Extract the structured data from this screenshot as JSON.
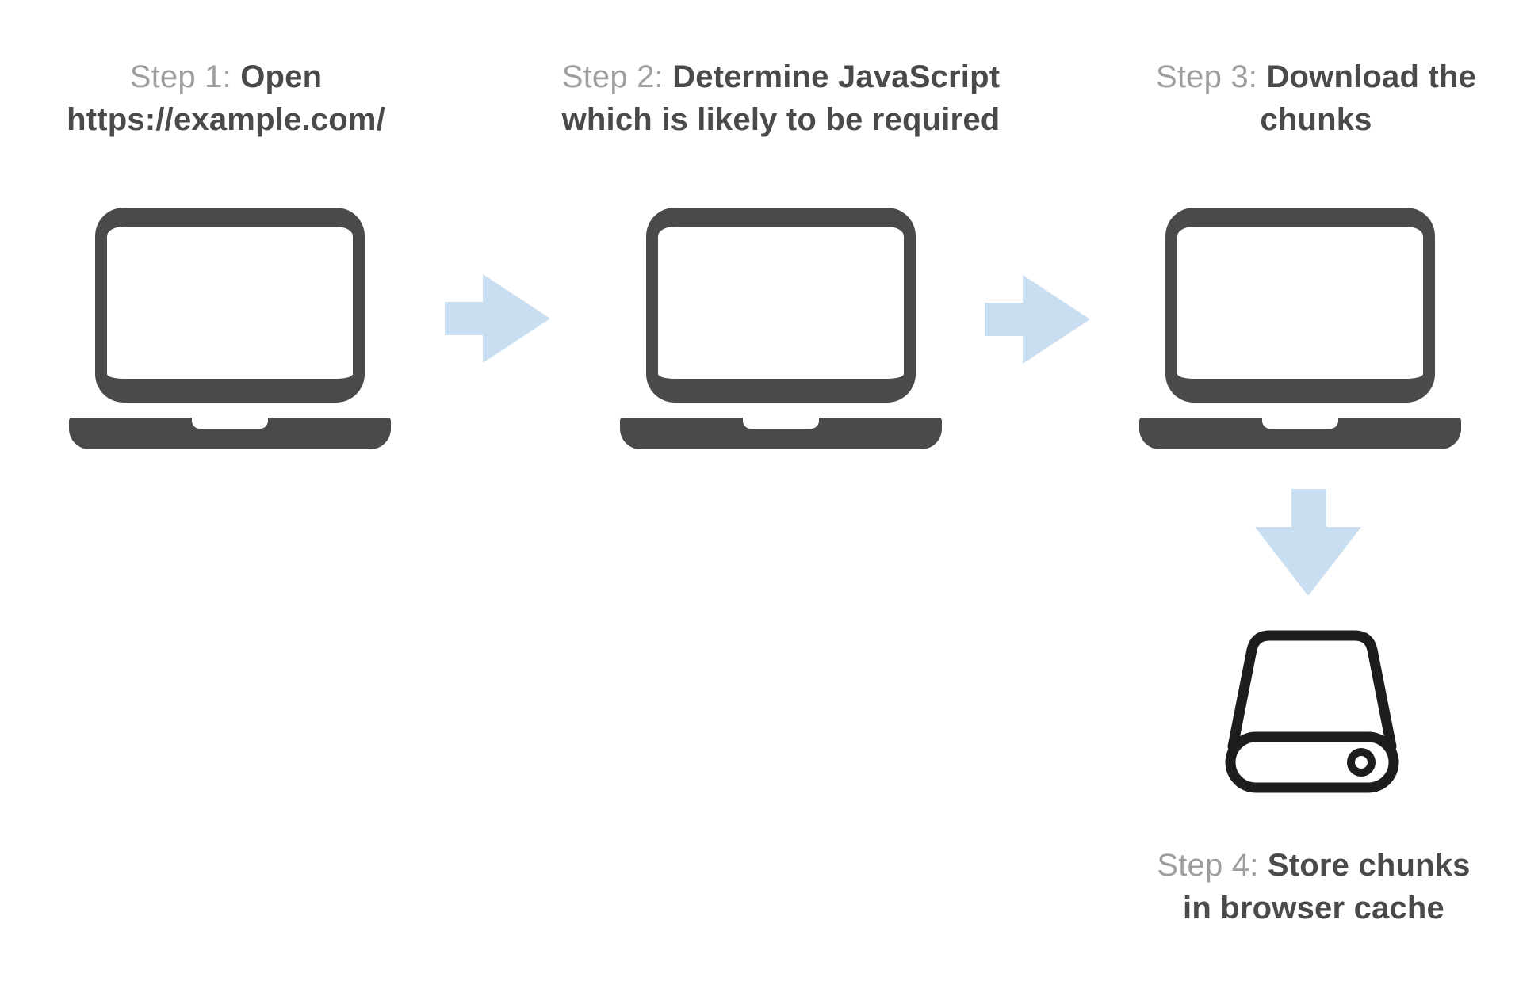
{
  "diagram": {
    "colors": {
      "dark": "#4a4a4a",
      "muted": "#9e9e9e",
      "arrow_blue": "#c9def1",
      "drive_stroke": "#1d1d1d",
      "background": "#ffffff"
    },
    "steps": [
      {
        "id": 1,
        "icon": "laptop-icon",
        "lines": [
          {
            "muted": "Step 1: ",
            "bold": "Open"
          },
          {
            "bold": "https://example.com/"
          }
        ]
      },
      {
        "id": 2,
        "icon": "laptop-icon",
        "lines": [
          {
            "muted": "Step 2: ",
            "bold": "Determine JavaScript"
          },
          {
            "bold": "which is likely to be required"
          }
        ]
      },
      {
        "id": 3,
        "icon": "laptop-icon",
        "lines": [
          {
            "muted": "Step 3: ",
            "bold": "Download the"
          },
          {
            "bold": "chunks"
          }
        ]
      },
      {
        "id": 4,
        "icon": "hard-drive-icon",
        "lines": [
          {
            "muted": "Step 4: ",
            "bold": "Store chunks"
          },
          {
            "bold": "in browser cache"
          }
        ]
      }
    ],
    "connectors": [
      {
        "from": 1,
        "to": 2,
        "direction": "right"
      },
      {
        "from": 2,
        "to": 3,
        "direction": "right"
      },
      {
        "from": 3,
        "to": 4,
        "direction": "down"
      }
    ]
  }
}
